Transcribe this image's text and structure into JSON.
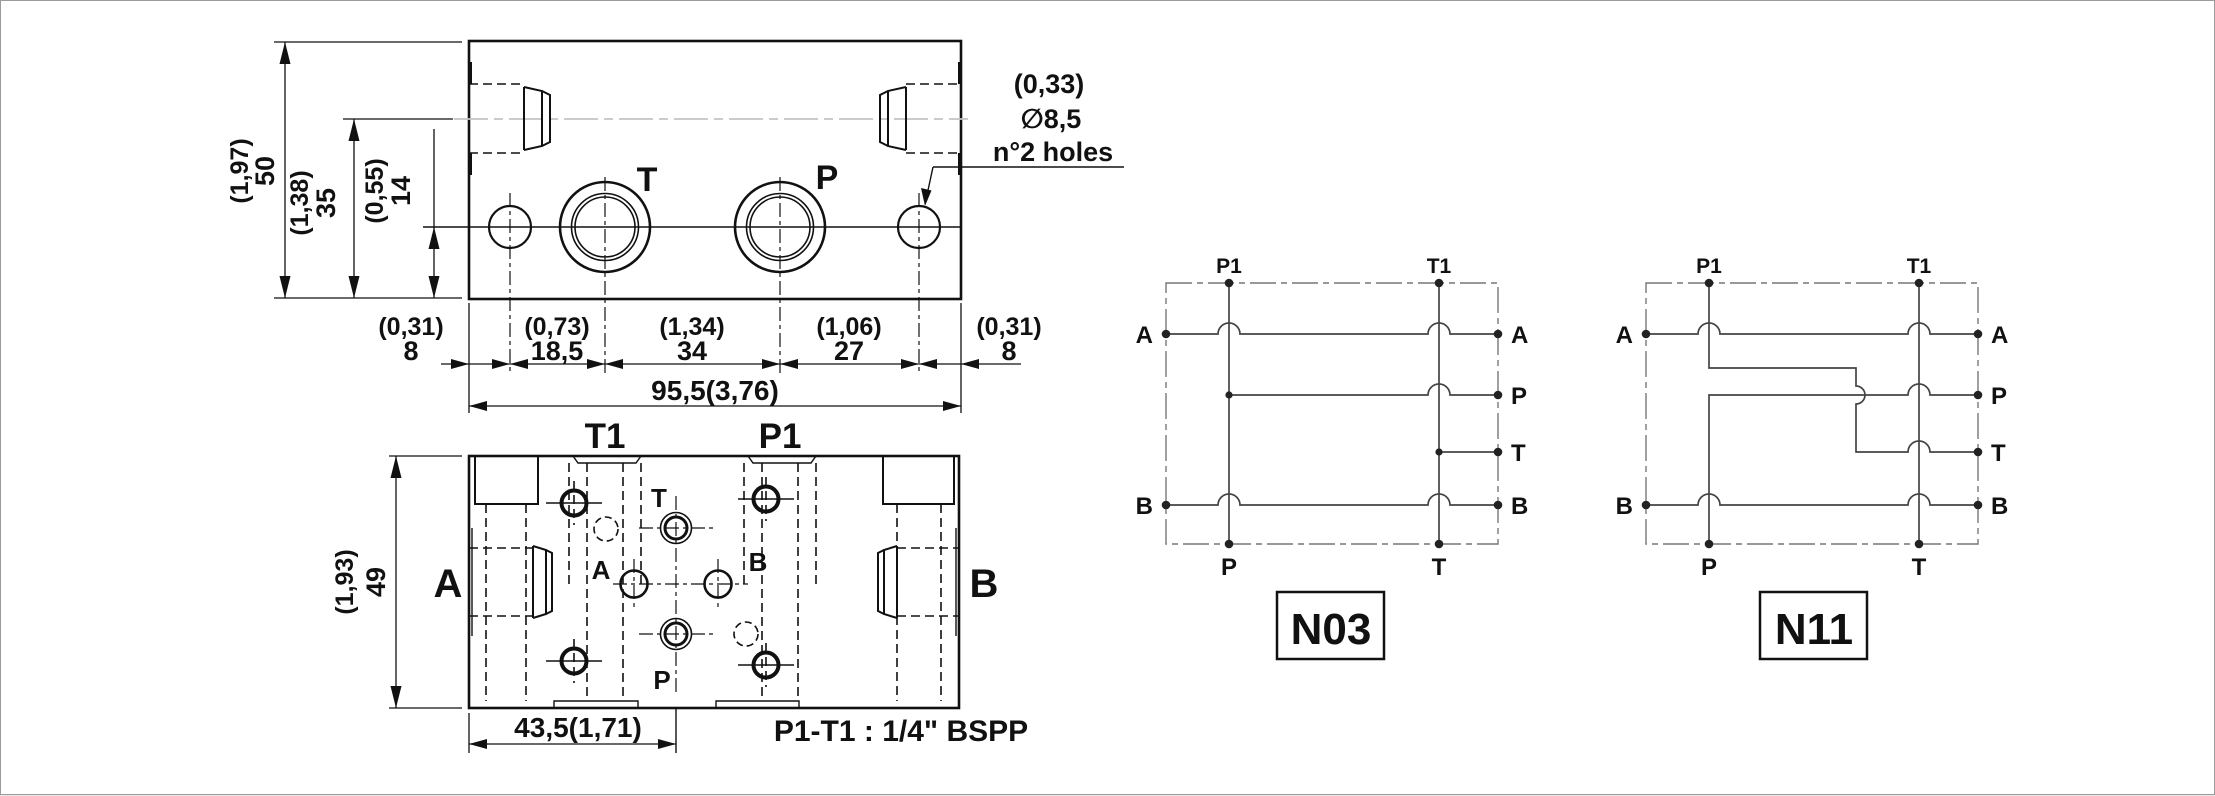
{
  "front_view": {
    "port_labels": {
      "t": "T",
      "p": "P"
    },
    "callout": [
      "(0,33)",
      "∅8,5",
      "n°2 holes"
    ],
    "vdims": [
      {
        "alt": "(1,97)",
        "mm": "50"
      },
      {
        "alt": "(1,38)",
        "mm": "35"
      },
      {
        "alt": "(0,55)",
        "mm": "14"
      }
    ],
    "hdims": [
      {
        "alt": "(0,31)",
        "mm": "8"
      },
      {
        "alt": "(0,73)",
        "mm": "18,5"
      },
      {
        "alt": "(1,34)",
        "mm": "34"
      },
      {
        "alt": "(1,06)",
        "mm": "27"
      },
      {
        "alt": "(0,31)",
        "mm": "8"
      }
    ],
    "width_total": "95,5(3,76)"
  },
  "plan_view": {
    "top_ports": [
      "T1",
      "P1"
    ],
    "side_ports": [
      "A",
      "B"
    ],
    "face_ports": [
      "T",
      "A",
      "B",
      "P"
    ],
    "vdim": {
      "alt": "(1,93)",
      "mm": "49"
    },
    "offset_dim": "43,5(1,71)",
    "note": "P1-T1 : 1/4\" BSPP"
  },
  "schematics": [
    {
      "label": "N03",
      "top": [
        "P1",
        "T1"
      ],
      "left": [
        "A",
        "B"
      ],
      "right": [
        "A",
        "P",
        "T",
        "B"
      ],
      "bottom": [
        "P",
        "T"
      ]
    },
    {
      "label": "N11",
      "top": [
        "P1",
        "T1"
      ],
      "left": [
        "A",
        "B"
      ],
      "right": [
        "A",
        "P",
        "T",
        "B"
      ],
      "bottom": [
        "P",
        "T"
      ]
    }
  ]
}
